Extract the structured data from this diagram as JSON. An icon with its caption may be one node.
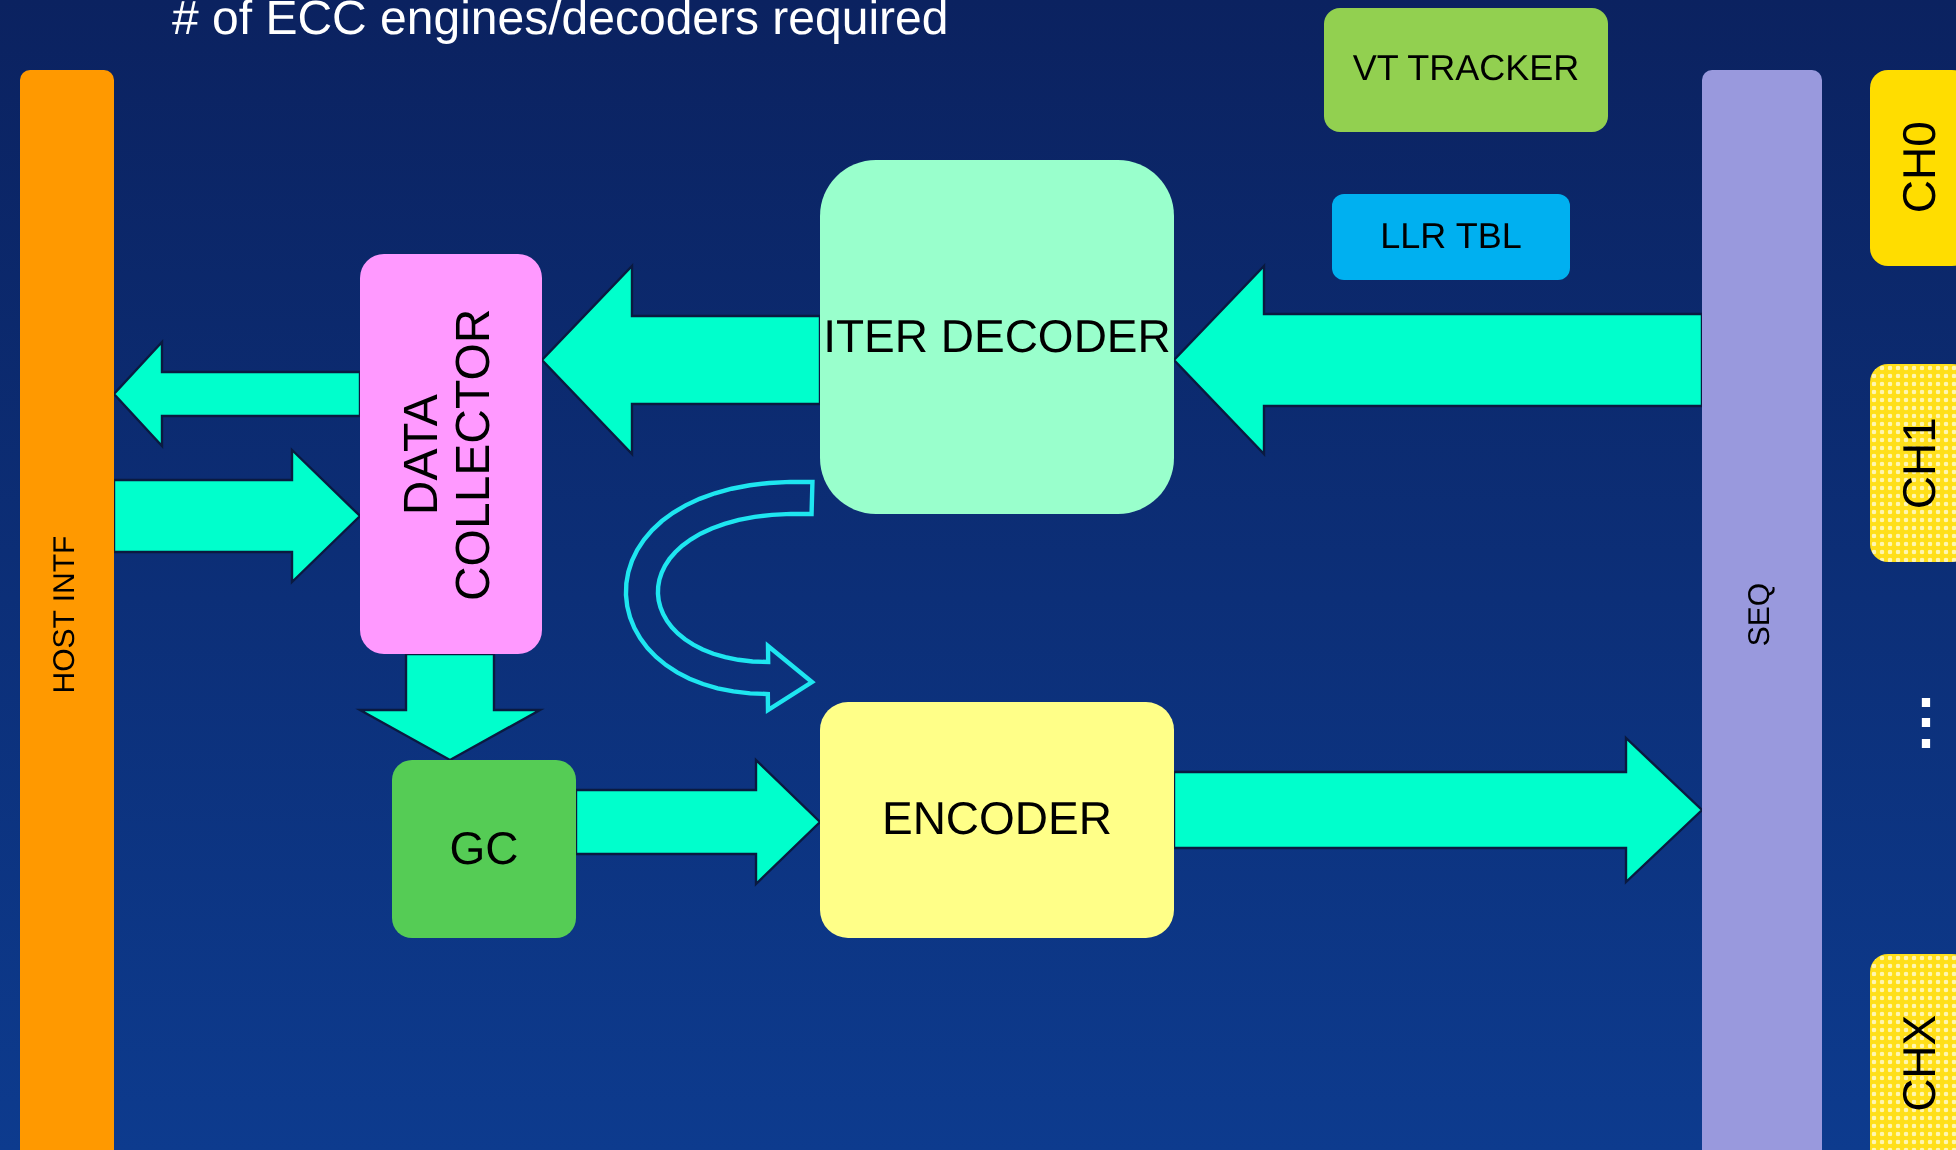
{
  "diagram": {
    "nodes": [
      {
        "text": [
          "HOST INTF"
        ]
      },
      {
        "text": [
          "DATA COLLECTOR"
        ]
      },
      {
        "text": [
          "ITER DECODER"
        ]
      },
      {
        "text": [
          "VT TRACKER"
        ]
      },
      {
        "text": [
          "LLR TBL"
        ]
      },
      {
        "text": [
          "SEQ"
        ]
      },
      {
        "text": [
          "CH0"
        ]
      },
      {
        "text": [
          "CH1"
        ]
      },
      {
        "text": [
          "CHX"
        ]
      },
      {
        "text": [
          "GC"
        ]
      },
      {
        "text": [
          "ENCODER"
        ]
      }
    ],
    "edges": [
      {
        "from": 1,
        "to": 0,
        "arrow": "to"
      },
      {
        "from": 0,
        "to": 1,
        "arrow": "to"
      },
      {
        "from": 2,
        "to": 1,
        "arrow": "to"
      },
      {
        "from": 5,
        "to": 2,
        "arrow": "to"
      },
      {
        "from": 1,
        "to": 9,
        "arrow": "to"
      },
      {
        "from": 9,
        "to": 10,
        "arrow": "to"
      },
      {
        "from": 10,
        "to": 5,
        "arrow": "to"
      },
      {
        "from": 2,
        "to": 10,
        "arrow": "to",
        "color": "#1ee6f0"
      }
    ],
    "labels": [
      "# of ECC engines/decoders required",
      "⋮"
    ]
  }
}
